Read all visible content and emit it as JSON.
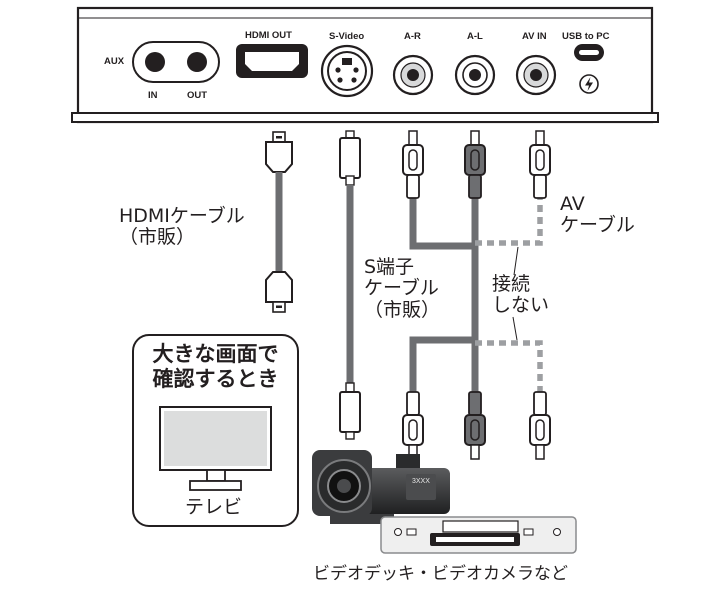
{
  "device": {
    "ports": {
      "aux": "AUX",
      "aux_in": "IN",
      "aux_out": "OUT",
      "hdmi_out": "HDMI OUT",
      "svideo": "S-Video",
      "ar": "A-R",
      "al": "A-L",
      "avin": "AV IN",
      "usb": "USB to PC"
    }
  },
  "labels": {
    "hdmi_cable": "HDMIケーブル\n（市販）",
    "s_cable": "S端子\nケーブル\n（市販）",
    "av_cable": "AV\nケーブル",
    "no_connect": "接続\nしない",
    "tv_callout": "大きな画面で\n確認するとき",
    "tv": "テレビ",
    "sources": "ビデオデッキ・ビデオカメラなど",
    "camera_badge": "3XXX"
  },
  "colors": {
    "ink": "#231f20",
    "device_body": "#ffffff",
    "cable_gray": "#6d6e71",
    "dashed_gray": "#9d9fa2",
    "tv_screen": "#dcdddd"
  }
}
